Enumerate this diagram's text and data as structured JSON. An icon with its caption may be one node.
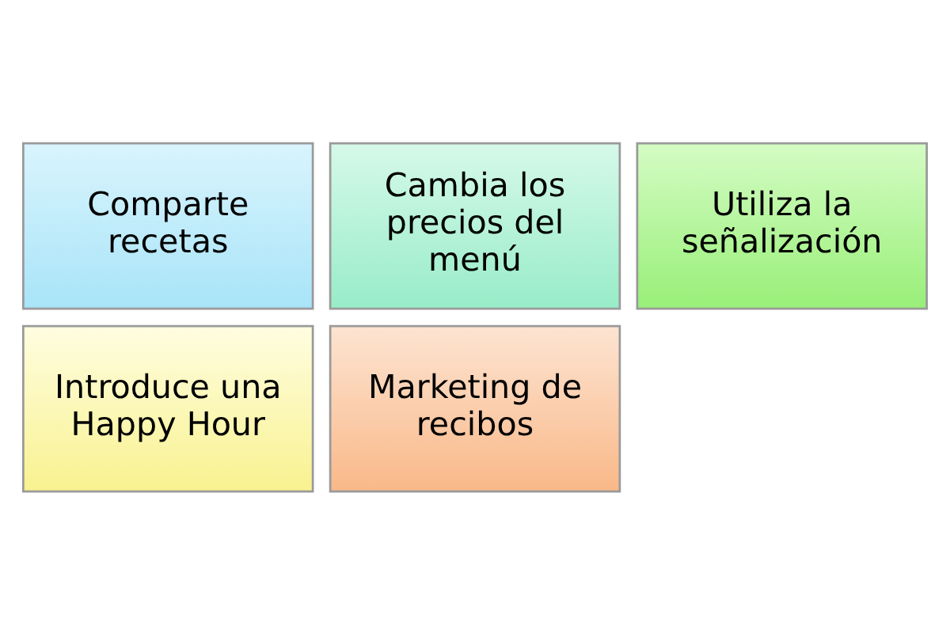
{
  "diagram": {
    "nodes": [
      {
        "text": [
          "Comparte recetas"
        ]
      },
      {
        "text": [
          "Cambia los precios del menú"
        ]
      },
      {
        "text": [
          "Utiliza la señalización"
        ]
      },
      {
        "text": [
          "Introduce una Happy Hour"
        ]
      },
      {
        "text": [
          "Marketing de recibos"
        ]
      }
    ],
    "edges": []
  }
}
